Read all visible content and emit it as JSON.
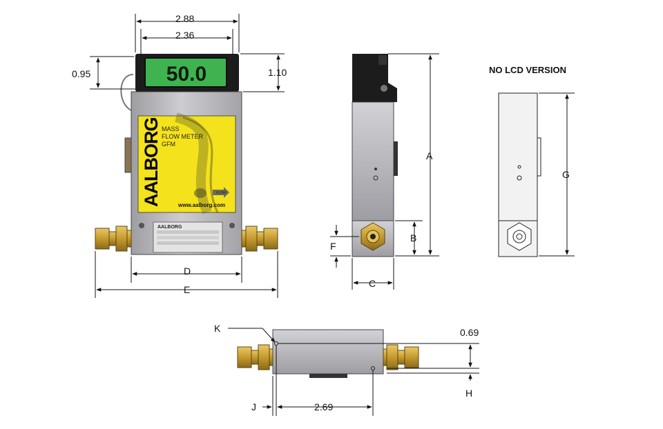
{
  "title": "NO LCD VERSION",
  "front_view": {
    "lcd_value": "50.0",
    "brand": "AALBORG",
    "product_lines": [
      "MASS",
      "FLOW METER",
      "GFM"
    ],
    "website": "www.aalborg.com",
    "flow_label": "FLOW",
    "plate_brand": "AALBORG",
    "dimensions": {
      "overall_width": "2.88",
      "lcd_width": "2.36",
      "lcd_height_left": "0.95",
      "lcd_height_right": "1.10",
      "fitting_span": "D",
      "overall_length": "E"
    }
  },
  "side_view": {
    "dimensions": {
      "height": "A",
      "inlet_height": "B",
      "depth": "C",
      "port_offset": "F"
    }
  },
  "no_lcd_view": {
    "dimensions": {
      "height": "G"
    }
  },
  "bottom_view": {
    "dimensions": {
      "hole": "K",
      "hole_offset_y": "0.69",
      "hole_spacing": "2.69",
      "edge_offset": "J",
      "offset_h": "H"
    }
  },
  "colors": {
    "lcd_green": "#3fb34f",
    "label_yellow": "#f4e21c",
    "brass": "#c9a13a",
    "body_gray": "#b9b9bd",
    "enclosure_black": "#1c1c1c"
  }
}
